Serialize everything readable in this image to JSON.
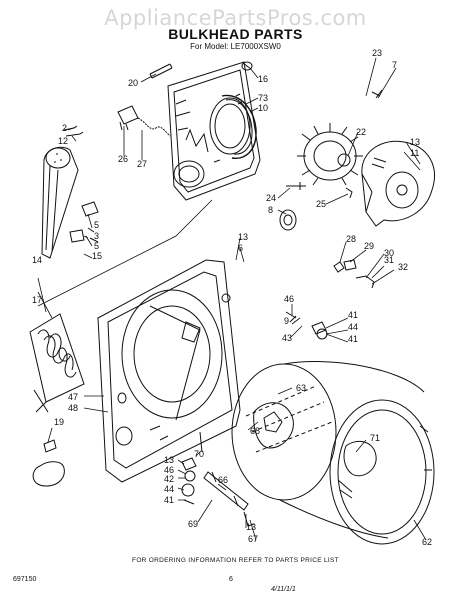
{
  "watermark": "AppliancePartsPros.com",
  "title": "BULKHEAD PARTS",
  "model": "For Model: LE7000XSW0",
  "footer": "FOR ORDERING INFORMATION REFER TO PARTS PRICE LIST",
  "doc_number": "697150",
  "page_number": "6",
  "signature_mark": "4/11/1/1",
  "callouts": {
    "c20": "20",
    "c16": "16",
    "c73": "73",
    "c10": "10",
    "c23": "23",
    "c7": "7",
    "c2": "2",
    "c12": "12",
    "c26": "26",
    "c27": "27",
    "c22": "22",
    "c13a": "13",
    "c11": "11",
    "c24": "24",
    "c8": "8",
    "c25": "25",
    "c5a": "5",
    "c3": "3",
    "c5b": "5",
    "c15": "15",
    "c13b": "13",
    "c6": "6",
    "c14": "14",
    "c17": "17",
    "c28": "28",
    "c29": "29",
    "c30": "30",
    "c31": "31",
    "c32": "32",
    "c46a": "46",
    "c9": "9",
    "c41a": "41",
    "c44a": "44",
    "c41b": "41",
    "c43": "43",
    "c47": "47",
    "c48": "48",
    "c19": "19",
    "c63": "63",
    "c68": "68",
    "c71": "71",
    "c13c": "13",
    "c46b": "46",
    "c42": "42",
    "c44b": "44",
    "c41c": "41",
    "c70": "70",
    "c66": "66",
    "c69": "69",
    "c13d": "13",
    "c67": "67",
    "c62": "62"
  }
}
